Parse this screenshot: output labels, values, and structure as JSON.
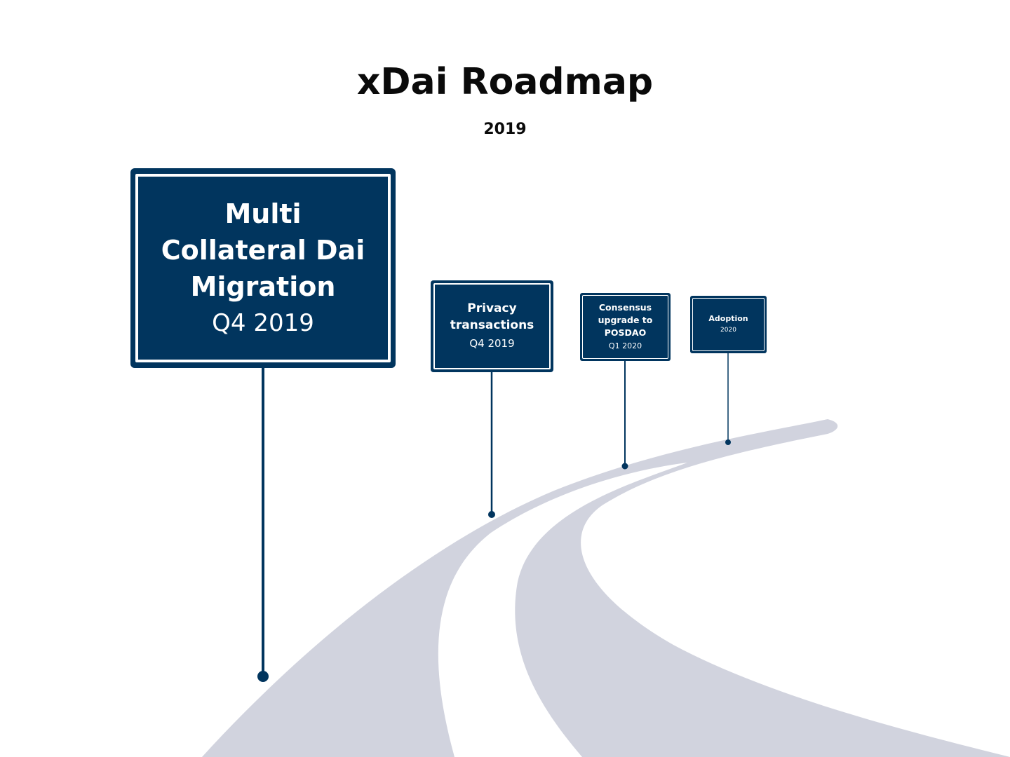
{
  "title": "xDai Roadmap",
  "subtitle": "2019",
  "colors": {
    "sign": "#01355e",
    "road": "#d1d3de",
    "text": "#0a0a0a"
  },
  "milestones": [
    {
      "title": "Multi Collateral Dai Migration",
      "date": "Q4 2019"
    },
    {
      "title": "Privacy transactions",
      "date": "Q4 2019"
    },
    {
      "title": "Consensus upgrade to POSDAO",
      "date": "Q1 2020"
    },
    {
      "title": "Adoption",
      "date": "2020"
    }
  ]
}
